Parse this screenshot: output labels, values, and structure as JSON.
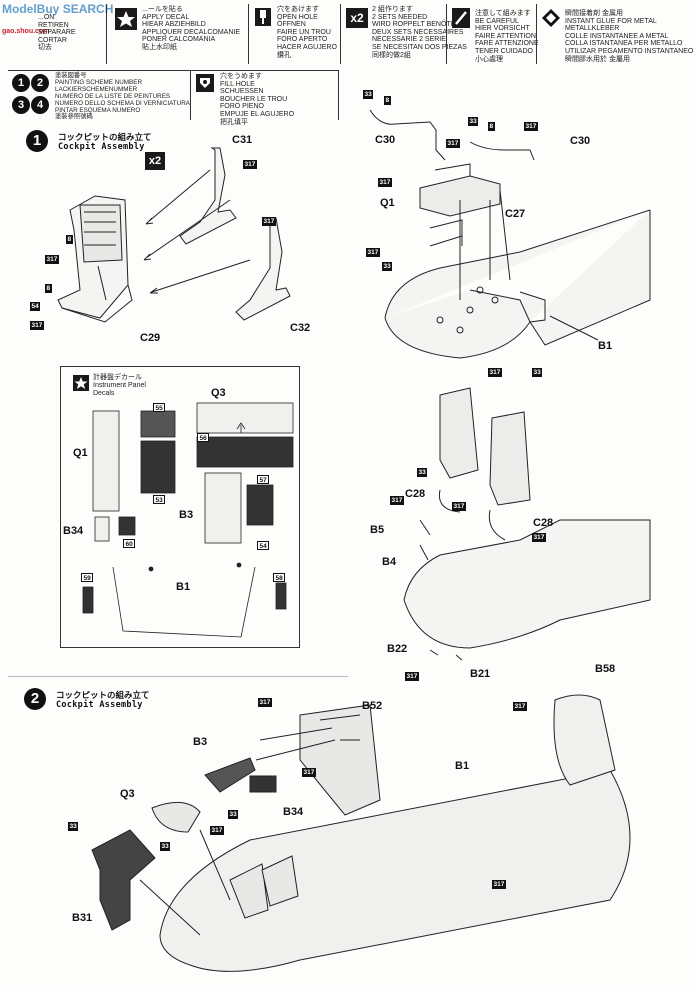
{
  "watermark": {
    "site": "SEARCH",
    "site_prefix": "ModelBuy",
    "domain": "gao.shou.com"
  },
  "legend": {
    "cut": [
      "RETIREN",
      "SEPARARE",
      "CORTAR",
      "切去"
    ],
    "cut_top": "...ON",
    "decal": [
      "...ールを貼る",
      "APPLY DECAL",
      "HIEAR ABZIEHBILD",
      "APPLIQUER DECALCOMANIE",
      "PONER CALCOMANIA",
      "貼上水印紙"
    ],
    "open_hole": [
      "穴をあけます",
      "OPEN HOLE",
      "ÖFFNEN",
      "FAIRE UN TROU",
      "FORO APERTO",
      "HACER AGUJERO",
      "鑽孔"
    ],
    "two_sets": [
      "2 組作ります",
      "2 SETS NEEDED",
      "WIRD ROPPELT BENÖTIGT",
      "DEUX SETS NECESSAIRES",
      "NECESSARIE 2 SERIE",
      "SE NECESITAN DOS PIEZAS",
      "同樣的做2組"
    ],
    "two_sets_mark": "x2",
    "careful": [
      "注意して組みます",
      "BE CAREFUL",
      "HIER VORSICHT",
      "FAIRE ATTENTION",
      "FARE ATTENZIONE",
      "TENER CUIDADO",
      "小心處理"
    ],
    "glue_metal": [
      "瞬間接着剤 金属用",
      "INSTANT GLUE FOR METAL",
      "METALLKLEBER",
      "COLLE INSTANTANEE A METAL",
      "COLLA ISTANTANEA PER METALLO",
      "UTILIZAR PEGAMENTO INSTANTANEO",
      "瞬間膠水用於 金屬用"
    ],
    "paint": [
      "塗装図番号",
      "PAINTING SCHEME NUMBER",
      "LACKIERSCHEMENUMMER",
      "NUMERO DE LA LISTE DE PEINTURES",
      "NUMERO DELLO SCHEMA DI VERNICIATURA",
      "PINTAR ESQUEMA NUMERO",
      "塗裝參照號碼"
    ],
    "paint_nums": [
      "1",
      "2",
      "3",
      "4"
    ],
    "fill_hole": [
      "穴をうめます",
      "FILL HOLE",
      "SCHUESSEN",
      "BOUCHER LE TROU",
      "FORO PIENO",
      "EMPUJE EL AGUJERO",
      "把孔填平"
    ]
  },
  "step1": {
    "number": "1",
    "title_jp": "コックピットの組み立て",
    "title_en": "Cockpit Assembly",
    "multiplier": "x2",
    "labels": [
      "C31",
      "C32",
      "C29",
      "C30",
      "C30",
      "Q1",
      "C27",
      "B1",
      "C28",
      "C28",
      "B5",
      "B4",
      "B22",
      "B21"
    ],
    "codes": [
      "317",
      "8",
      "317",
      "8",
      "54",
      "317",
      "317",
      "33",
      "8",
      "33",
      "8",
      "317",
      "317",
      "317",
      "33",
      "317",
      "33",
      "33",
      "317",
      "317",
      "317",
      "317",
      "317"
    ]
  },
  "decals": {
    "title_jp": "計器盤デカール",
    "title_en": "Instrument Panel",
    "title_en2": "Decals",
    "labels": [
      "Q3",
      "Q1",
      "B3",
      "B34",
      "B1"
    ],
    "numbers": [
      "55",
      "56",
      "53",
      "57",
      "54",
      "60",
      "59",
      "58"
    ]
  },
  "step2": {
    "number": "2",
    "title_jp": "コックピットの組み立て",
    "title_en": "Cockpit Assembly",
    "labels": [
      "B58",
      "B52",
      "B3",
      "B1",
      "Q3",
      "B34",
      "B31"
    ],
    "codes": [
      "317",
      "317",
      "33",
      "317",
      "33",
      "317",
      "33",
      "317"
    ]
  }
}
